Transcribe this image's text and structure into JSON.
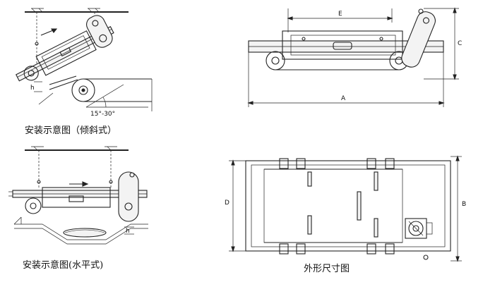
{
  "captions": {
    "incline": "安装示意图（倾斜式）",
    "horizontal": "安装示意图(水平式)",
    "outline": "外形尺寸图"
  },
  "angle_label": "15°-30°",
  "height_label": "h",
  "dimension_labels": {
    "A": "A",
    "B": "B",
    "C": "C",
    "D": "D",
    "E": "E"
  }
}
